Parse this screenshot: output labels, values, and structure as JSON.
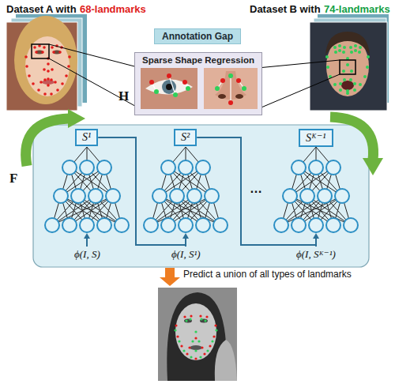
{
  "diagram": {
    "nodes": [
      {
        "text": [
          "Annotation Gap"
        ]
      },
      {
        "text": [
          "Sparse Shape Regression"
        ]
      },
      {
        "text": [
          "S¹"
        ]
      },
      {
        "text": [
          "S²"
        ]
      },
      {
        "text": [
          "Sᴷ⁻¹"
        ]
      }
    ],
    "labels": [
      "Dataset A with",
      "68-landmarks",
      "Dataset B with",
      "74-landmarks",
      "H",
      "F",
      "ϕ(I, S)",
      "ϕ(I, S¹)",
      "…",
      "ϕ(I, Sᴷ⁻¹)",
      "Predict a union of all types of landmarks"
    ]
  }
}
